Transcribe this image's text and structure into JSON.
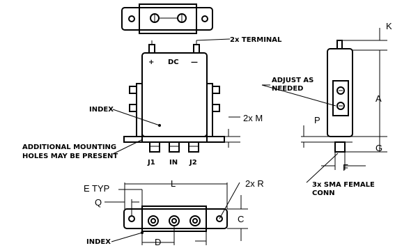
{
  "labels": {
    "terminal": "2x TERMINAL",
    "plus": "+",
    "dc": "DC",
    "minus": "—",
    "index_front": "INDEX",
    "mounting_line1": "ADDITIONAL MOUNTING",
    "mounting_line2": "HOLES MAY BE PRESENT",
    "j1": "J1",
    "in": "IN",
    "j2": "J2",
    "adjust_line1": "ADJUST AS",
    "adjust_line2": "NEEDED",
    "sma_line1": "3x SMA FEMALE",
    "sma_line2": "CONN",
    "index_bottom": "INDEX"
  },
  "dimensions": {
    "K": "K",
    "A": "A",
    "G": "G",
    "F": "F",
    "P": "P",
    "M": "2x  M",
    "R": "2x  R",
    "L": "L",
    "E": "E  TYP",
    "Q": "Q",
    "C": "C",
    "D": "D"
  }
}
